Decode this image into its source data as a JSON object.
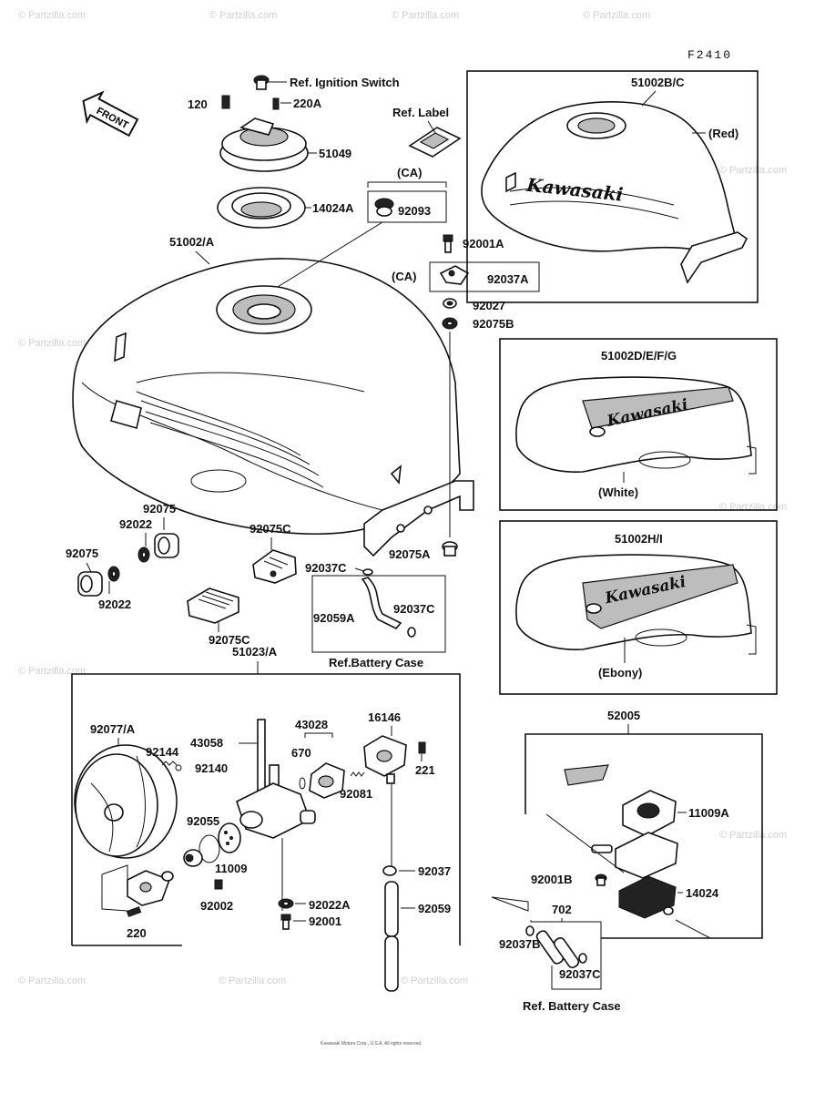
{
  "figure_code": "F2410",
  "front_arrow_text": "FRONT",
  "brand_text": "Kawasaki",
  "watermark": "© Partzilla.com",
  "footer_text": "Kawasaki Motors Corp., U.S.A. All rights reserved.",
  "labels": {
    "ref_ignition_switch": "Ref. Ignition Switch",
    "p120": "120",
    "p220a": "220A",
    "p51049": "51049",
    "p14024a": "14024A",
    "ref_label": "Ref. Label",
    "ca_top": "(CA)",
    "p92093": "92093",
    "p51002a": "51002/A",
    "p92001a": "92001A",
    "ca_mid": "(CA)",
    "p92037a": "92037A",
    "p92027": "92027",
    "p92075b": "92075B",
    "p51002bc": "51002B/C",
    "red": "(Red)",
    "p51002defg": "51002D/E/F/G",
    "white": "(White)",
    "p51002hi": "51002H/I",
    "ebony": "(Ebony)",
    "p92075_top": "92075",
    "p92022_top": "92022",
    "p92075_left": "92075",
    "p92022_left": "92022",
    "p92075c_top": "92075C",
    "p92075c_bot": "92075C",
    "p92075a": "92075A",
    "p92037c_a": "92037C",
    "p92059a": "92059A",
    "p92037c_b": "92037C",
    "ref_battery_case_1": "Ref.Battery Case",
    "p51023a": "51023/A",
    "p92077a": "92077/A",
    "p43058": "43058",
    "p43028": "43028",
    "p670": "670",
    "p16146": "16146",
    "p92144": "92144",
    "p92140": "92140",
    "p221": "221",
    "p92081": "92081",
    "p92055": "92055",
    "p11009": "11009",
    "p92002": "92002",
    "p220": "220",
    "p92022a": "92022A",
    "p92001": "92001",
    "p92037": "92037",
    "p92059": "92059",
    "p52005": "52005",
    "p11009a": "11009A",
    "p92001b": "92001B",
    "p14024": "14024",
    "p702": "702",
    "p92037b": "92037B",
    "p92037c_c": "92037C",
    "ref_battery_case_2": "Ref. Battery Case"
  }
}
